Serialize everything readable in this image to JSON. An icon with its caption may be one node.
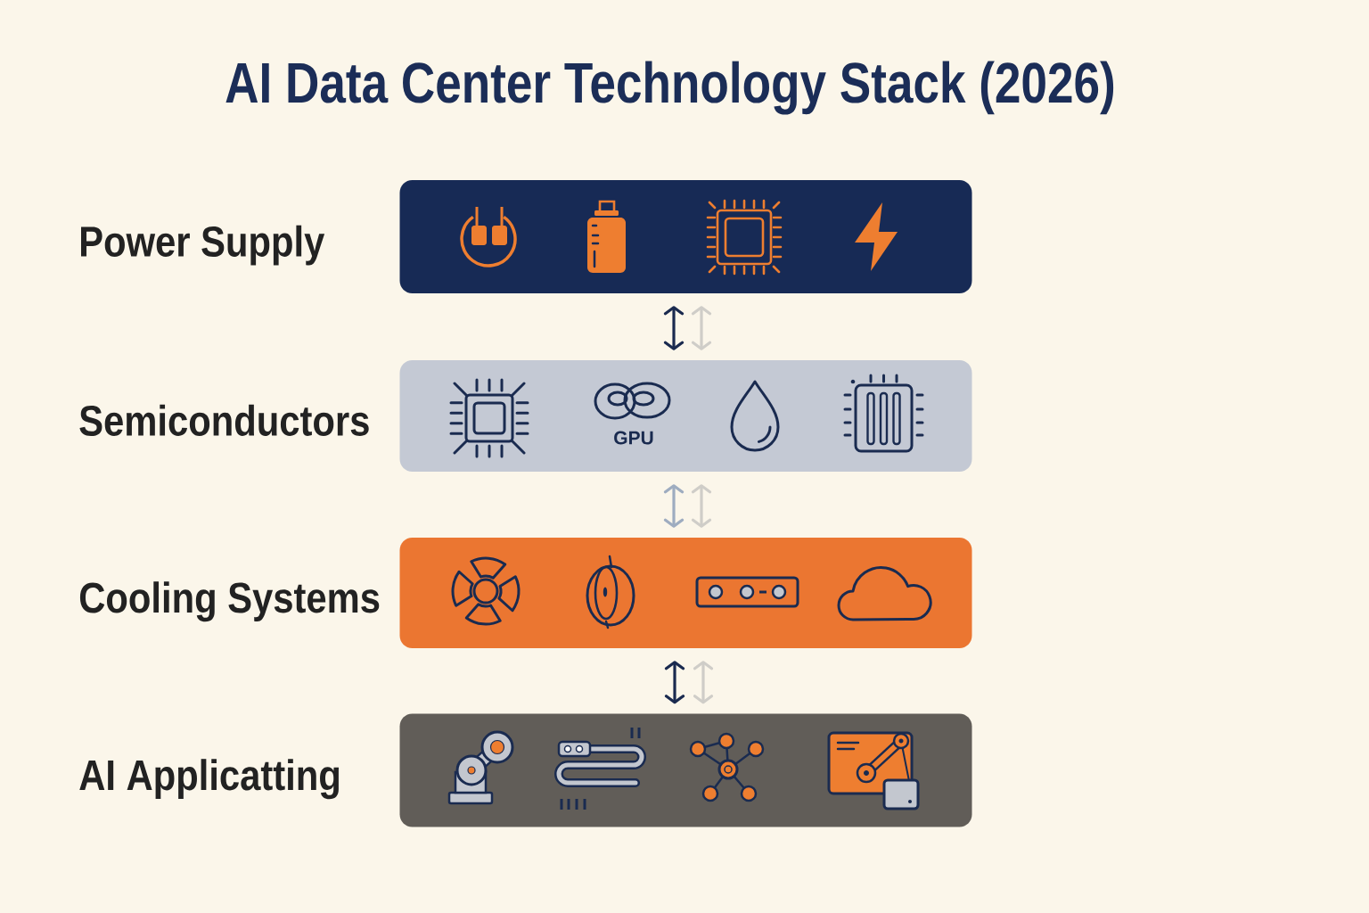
{
  "diagram": {
    "title": "AI Data Center Technology Stack (2026)",
    "nodes": [
      {
        "text": [
          "Power Supply"
        ]
      },
      {
        "text": [
          "Semiconductors",
          "GPU"
        ]
      },
      {
        "text": [
          "Cooling Systems"
        ]
      },
      {
        "text": [
          "AI Applicatting"
        ]
      }
    ],
    "edges": [
      {
        "from": 0,
        "to": 1,
        "arrow": "both",
        "color": "#1a2a4f"
      },
      {
        "from": 0,
        "to": 1,
        "arrow": "both",
        "color": "#cfcdc8"
      },
      {
        "from": 1,
        "to": 2,
        "arrow": "both",
        "color": "#9eacc0"
      },
      {
        "from": 1,
        "to": 2,
        "arrow": "both",
        "color": "#cfcdc8"
      },
      {
        "from": 2,
        "to": 3,
        "arrow": "both",
        "color": "#1a2a4f"
      },
      {
        "from": 2,
        "to": 3,
        "arrow": "both",
        "color": "#cfcdc8"
      }
    ]
  }
}
